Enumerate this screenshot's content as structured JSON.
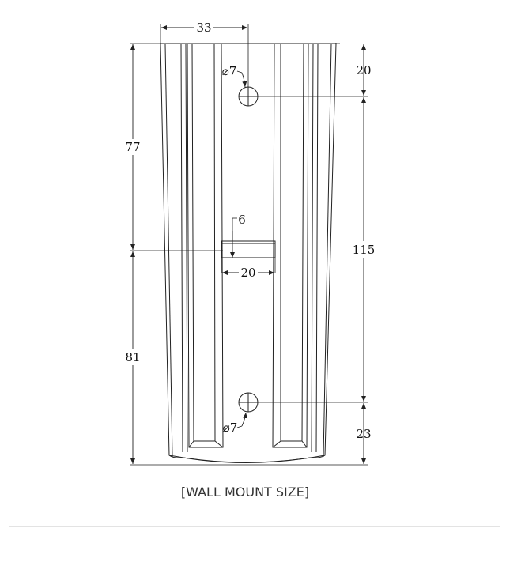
{
  "drawing": {
    "dimensions": {
      "top_width": "33",
      "top_offset": "20",
      "left_upper": "77",
      "left_lower": "81",
      "right_middle": "115",
      "right_bottom": "23",
      "slot_height": "6",
      "slot_width": "20"
    },
    "holes": {
      "top_label": "⌀7",
      "bottom_label": "⌀7"
    }
  },
  "caption": "[WALL MOUNT SIZE]",
  "colors": {
    "line": "#222222",
    "caption": "#333333",
    "divider": "#e3e3e3"
  }
}
